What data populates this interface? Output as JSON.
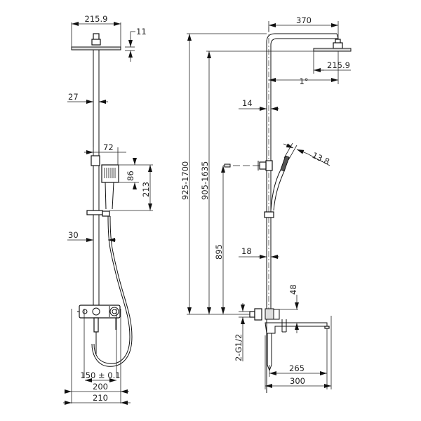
{
  "drawing": {
    "subject": "Shower column technical drawing (front and side views)",
    "front_view": {
      "dimensions": {
        "head_width": "215.9",
        "head_thickness": "11",
        "riser_pipe_diameter": "27",
        "handset_offset": "72",
        "handset_head_height": "86",
        "handset_total_height": "213",
        "lower_pipe_offset": "30",
        "inlet_centers": "150 ± 0.1",
        "mixer_width_inner": "200",
        "mixer_width_outer": "210"
      }
    },
    "side_view": {
      "dimensions": {
        "arm_reach": "370",
        "head_width": "215.9",
        "tilt_angle": "1°",
        "riser_diameter": "14",
        "handset_diameter": "13.8",
        "total_height_range": "925-1700",
        "head_height_range": "905-1635",
        "bracket_height": "895",
        "lower_pipe_diameter": "18",
        "spout_height": "48",
        "inlet_thread": "2-G1/2",
        "spout_reach_inner": "265",
        "spout_reach_outer": "300"
      }
    }
  }
}
